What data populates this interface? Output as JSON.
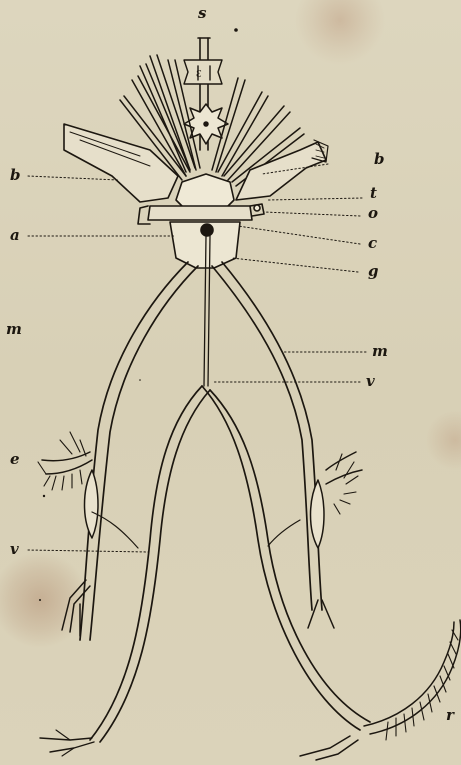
{
  "figure": {
    "labels": {
      "s": "s",
      "b_left": "b",
      "b_right": "b",
      "t": "t",
      "o": "o",
      "a": "a",
      "c": "c",
      "g": "g",
      "m_left": "m",
      "m_right": "m",
      "v_right": "v",
      "v_left": "v",
      "e": "e",
      "r": "r"
    },
    "ink_color": "#1c1710",
    "paper_color": "#dcd4bb"
  }
}
